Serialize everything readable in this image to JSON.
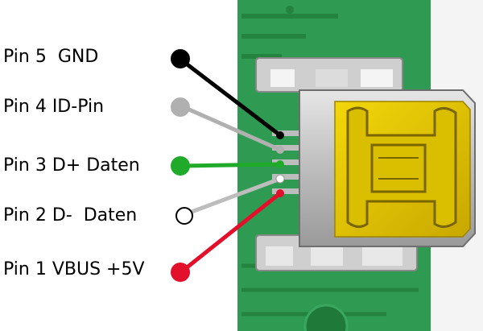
{
  "pins": [
    {
      "label": "Pin 5  GND",
      "color": "#000000",
      "marker": "filled"
    },
    {
      "label": "Pin 4 ID-Pin",
      "color": "#b0b0b0",
      "marker": "filled"
    },
    {
      "label": "Pin 3 D+ Daten",
      "color": "#1faa2a",
      "marker": "filled"
    },
    {
      "label": "Pin 2 D-  Daten",
      "color": "#ffffff",
      "marker": "hollow"
    },
    {
      "label": "Pin 1 VBUS +5V",
      "color": "#e3102c",
      "marker": "filled"
    }
  ],
  "colors": {
    "pcb": "#2f9a52",
    "pcb_dark": "#24833f",
    "connector_metal": "#c8c8c8",
    "kapton_tape": "#e6c800",
    "pad_silver": "#bdbdbd"
  }
}
